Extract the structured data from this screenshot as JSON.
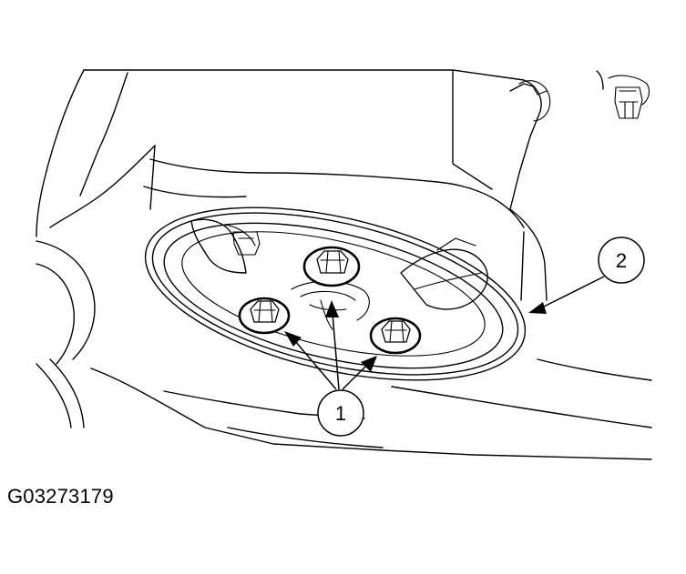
{
  "figure": {
    "code": "G03273179",
    "callouts": [
      {
        "label": "1"
      },
      {
        "label": "2"
      }
    ]
  }
}
